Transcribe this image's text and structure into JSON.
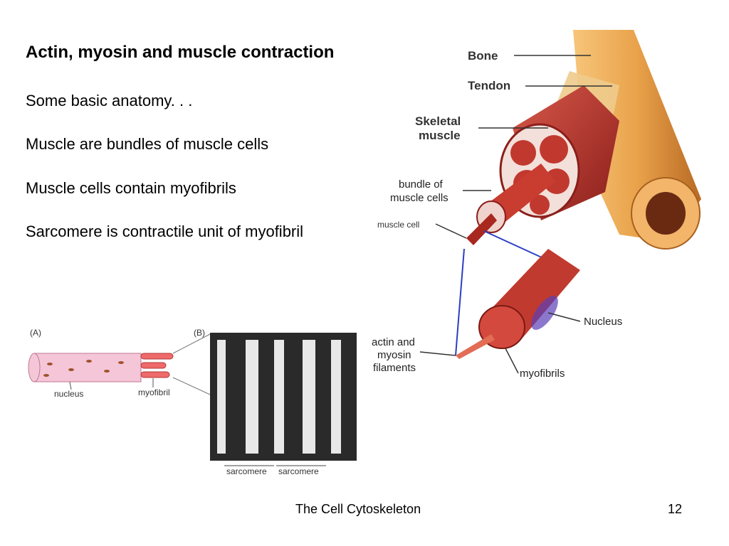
{
  "slide": {
    "title": "Actin, myosin and muscle contraction",
    "bullets": [
      "Some basic anatomy. . .",
      "Muscle are bundles of muscle cells",
      "Muscle cells contain myofibrils",
      "Sarcomere is contractile unit of myofibril"
    ],
    "footer": "The Cell Cytoskeleton",
    "page_number": "12"
  },
  "muscle_diagram": {
    "labels": {
      "bone": "Bone",
      "tendon": "Tendon",
      "skeletal_muscle_line1": "Skeletal",
      "skeletal_muscle_line2": "muscle",
      "bundle_line1": "bundle of",
      "bundle_line2": "muscle cells",
      "muscle_cell": "muscle cell",
      "nucleus": "Nucleus",
      "actin_line1": "actin and",
      "actin_line2": "myosin",
      "actin_line3": "filaments",
      "myofibrils": "myofibrils"
    },
    "colors": {
      "bone": "#e9a24a",
      "muscle": "#b8322a",
      "fiber": "#d9473e",
      "connector": "#2c3fc4"
    }
  },
  "cell_figure": {
    "panel_a_label": "(A)",
    "panel_b_label": "(B)",
    "nucleus_label": "nucleus",
    "myofibril_label": "myofibril",
    "sarcomere_labels": [
      "sarcomere",
      "sarcomere"
    ]
  }
}
